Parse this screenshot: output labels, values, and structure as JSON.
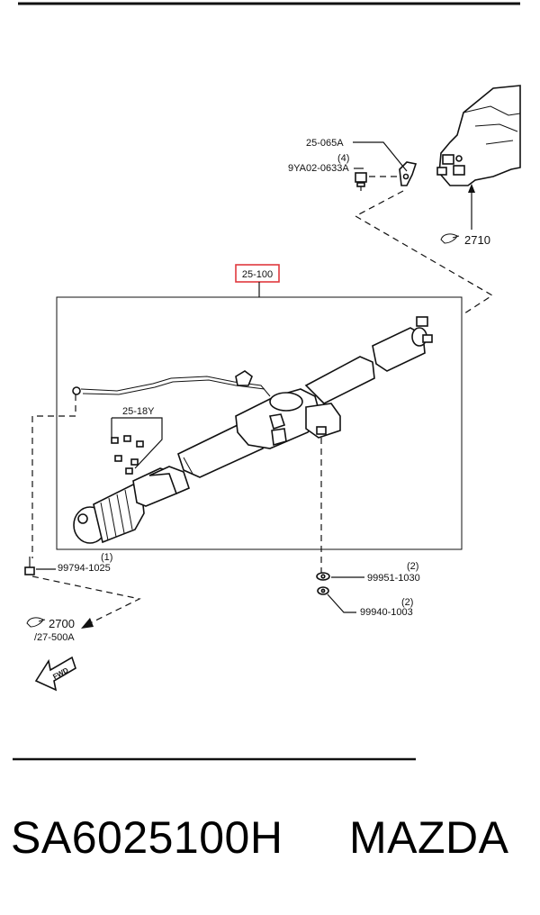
{
  "diagram": {
    "main_part": "25-100",
    "parts": [
      {
        "number": "25-065A"
      },
      {
        "number": "9YA02-0633A",
        "qty": "(4)"
      },
      {
        "number": "25-18Y"
      },
      {
        "number": "99794-1025",
        "qty": "(1)"
      },
      {
        "number": "99951-1030",
        "qty": "(2)"
      },
      {
        "number": "99940-1003",
        "qty": "(2)"
      }
    ],
    "refs": [
      {
        "code": "2710"
      },
      {
        "code": "2700",
        "sub": "/27-500A"
      }
    ],
    "fwd_label": "FWD"
  },
  "footer": {
    "part_number": "SA6025100H",
    "brand": "MAZDA"
  },
  "colors": {
    "highlight": "#e0393e",
    "line": "#111111"
  }
}
